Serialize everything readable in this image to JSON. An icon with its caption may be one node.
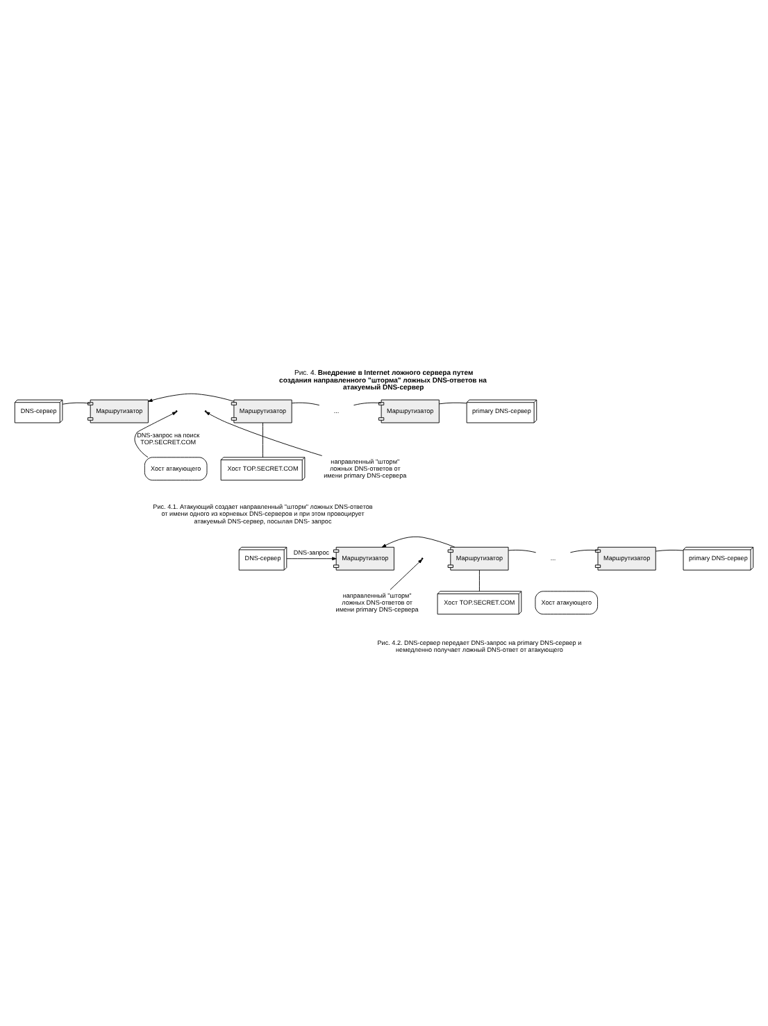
{
  "diagram": {
    "title": "Рис. 4. **Внедрение в Internet ложного сервера путем создания направленного \"шторма\" ложных DNS-ответов на атакуемый DNS-сервер**",
    "nodes": [
      {
        "text": [
          "DNS-сервер"
        ]
      },
      {
        "text": [
          "Маршрутизатор"
        ]
      },
      {
        "text": [
          "Маршрутизатор"
        ]
      },
      {
        "text": [
          "..."
        ]
      },
      {
        "text": [
          "Маршрутизатор"
        ]
      },
      {
        "text": [
          "primary DNS-сервер"
        ]
      },
      {
        "text": [
          "Хост TOP.SECRET.COM"
        ]
      },
      {
        "text": [
          "Хост атакующего"
        ]
      },
      {
        "text": [
          "направленный \"шторм\" ложных DNS-ответов от имени primary DNS-сервера"
        ]
      },
      {
        "text": [
          "DNS-сервер"
        ]
      },
      {
        "text": [
          "Маршрутизатор"
        ]
      },
      {
        "text": [
          "Маршрутизатор"
        ]
      },
      {
        "text": [
          "..."
        ]
      },
      {
        "text": [
          "Маршрутизатор"
        ]
      },
      {
        "text": [
          "primary DNS-сервер"
        ]
      },
      {
        "text": [
          "Хост TOP.SECRET.COM"
        ]
      },
      {
        "text": [
          "Хост атакующего"
        ]
      },
      {
        "text": [
          "направленный \"шторм\" ложных DNS-ответов от имени primary DNS-сервера"
        ]
      }
    ],
    "edges": [
      {
        "from": 0,
        "to": 1,
        "arrow": "none"
      },
      {
        "from": 2,
        "to": 1,
        "arrow": "to"
      },
      {
        "from": 2,
        "to": 3,
        "arrow": "none"
      },
      {
        "from": 3,
        "to": 4,
        "arrow": "none"
      },
      {
        "from": 4,
        "to": 5,
        "arrow": "none"
      },
      {
        "from": 2,
        "to": 6,
        "arrow": "none"
      },
      {
        "from": 8,
        "to": null,
        "arrow": "to"
      },
      {
        "from": 7,
        "to": null,
        "arrow": "to",
        "label": "DNS-запрос на поиск TOP.SECRET.COM"
      },
      {
        "from": 9,
        "to": 10,
        "arrow": "to",
        "label": "DNS-запрос"
      },
      {
        "from": 11,
        "to": 10,
        "arrow": "to"
      },
      {
        "from": 11,
        "to": 12,
        "arrow": "none"
      },
      {
        "from": 12,
        "to": 13,
        "arrow": "none"
      },
      {
        "from": 13,
        "to": 14,
        "arrow": "none"
      },
      {
        "from": 11,
        "to": 15,
        "arrow": "none"
      },
      {
        "from": 17,
        "to": null,
        "arrow": "to"
      }
    ],
    "labels": [
      "Рис. 4.1. Атакующий создает направленный \"шторм\" ложных DNS-ответов от имени одного из корневых DNS-серверов и при этом провоцирует атакуемый DNS-сервер, посылая DNS- запрос",
      "Рис. 4.2. DNS-сервер передает DNS-запрос на primary DNS-сервер и немедленно получает ложный DNS-ответ от атакующего"
    ]
  }
}
